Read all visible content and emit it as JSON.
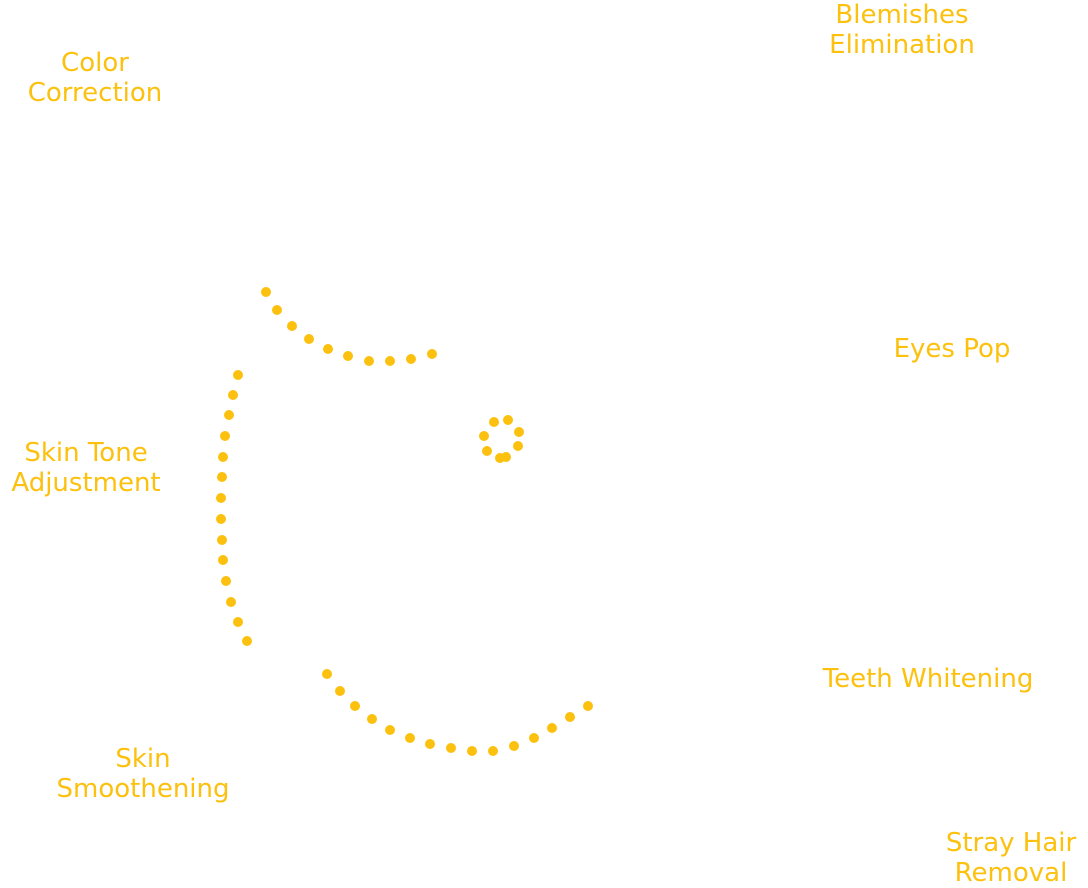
{
  "accent_color": "#FCC10F",
  "labels": {
    "color_correction": {
      "line1": "Color",
      "line2": "Correction"
    },
    "blemishes_elimination": {
      "line1": "Blemishes",
      "line2": "Elimination"
    },
    "eyes_pop": {
      "line1": "Eyes Pop"
    },
    "skin_tone_adjustment": {
      "line1": "Skin Tone",
      "line2": "Adjustment"
    },
    "teeth_whitening": {
      "line1": "Teeth Whitening"
    },
    "skin_smoothening": {
      "line1": "Skin",
      "line2": "Smoothening"
    },
    "stray_hair_removal": {
      "line1": "Stray Hair",
      "line2": "Removal"
    }
  }
}
